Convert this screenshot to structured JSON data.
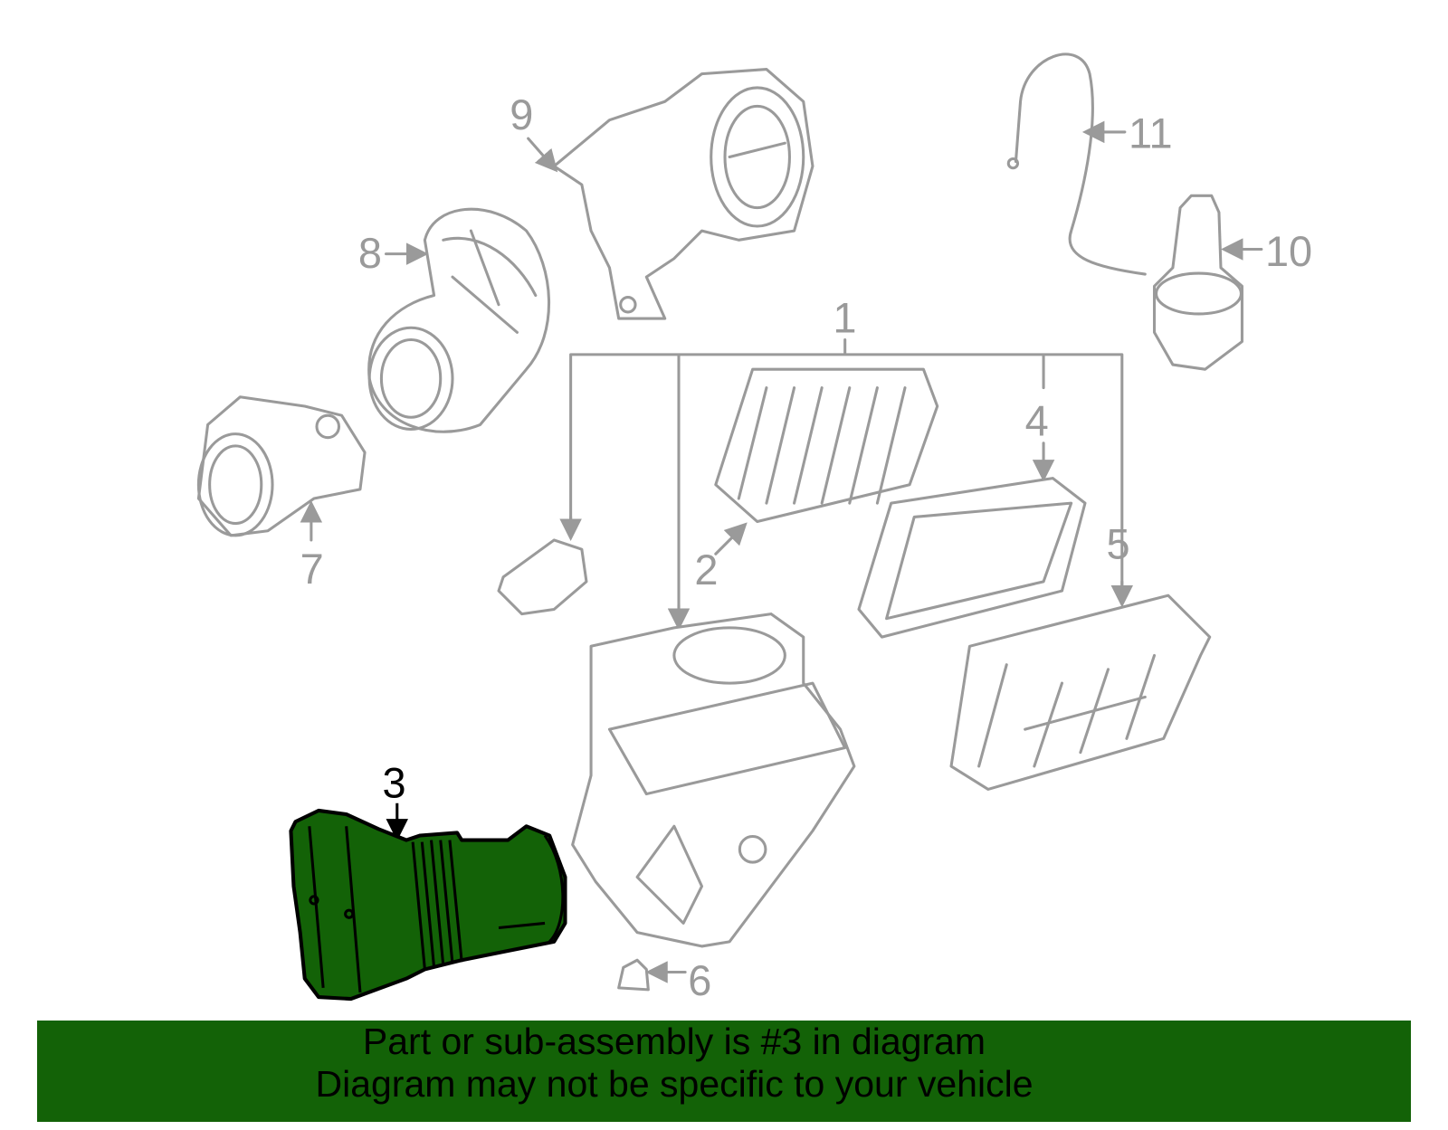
{
  "callouts": {
    "c1": "1",
    "c2": "2",
    "c3": "3",
    "c4": "4",
    "c5": "5",
    "c6": "6",
    "c7": "7",
    "c8": "8",
    "c9": "9",
    "c10": "10",
    "c11": "11"
  },
  "highlight": {
    "part_number": "3",
    "color": "#136207"
  },
  "banner": {
    "line1": "Part or sub-assembly is #3 in diagram",
    "line2": "Diagram may not be specific to your vehicle"
  }
}
